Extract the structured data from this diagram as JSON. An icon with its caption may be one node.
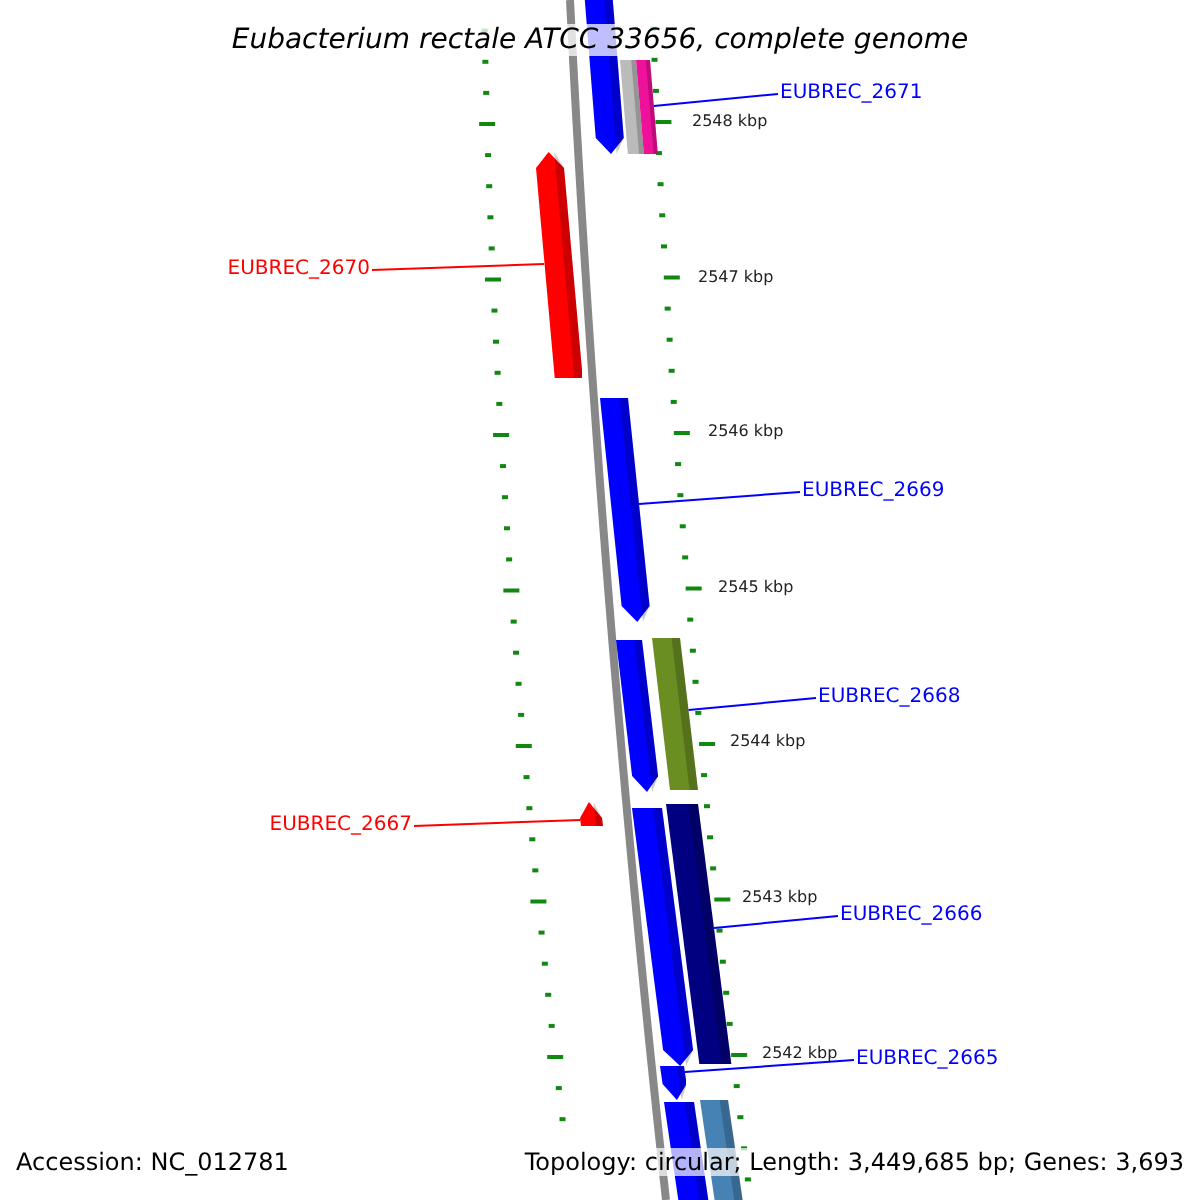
{
  "diagram": {
    "title": "Eubacterium rectale ATCC 33656, complete genome",
    "nodes": [
      {
        "text": [],
        "shape": "bar"
      },
      {
        "text": [],
        "shape": "bar"
      },
      {
        "text": [],
        "shape": "bar"
      },
      {
        "text": [
          "EUBREC_2671"
        ]
      },
      {
        "text": [],
        "shape": "bar"
      },
      {
        "text": [
          "EUBREC_2670"
        ]
      },
      {
        "text": [],
        "shape": "bar"
      },
      {
        "text": [
          "EUBREC_2669"
        ]
      },
      {
        "text": [],
        "shape": "bar"
      },
      {
        "text": [],
        "shape": "bar"
      },
      {
        "text": [
          "EUBREC_2668"
        ]
      },
      {
        "text": [],
        "shape": "bar"
      },
      {
        "text": [],
        "shape": "bar"
      },
      {
        "text": [],
        "shape": "bar"
      },
      {
        "text": [
          "EUBREC_2667"
        ]
      },
      {
        "text": [
          "EUBREC_2666"
        ]
      },
      {
        "text": [
          "EUBREC_2665"
        ]
      },
      {
        "text": [],
        "shape": "bar"
      },
      {
        "text": [],
        "shape": "bar"
      },
      {
        "text": [],
        "shape": "bar"
      }
    ],
    "edges": [
      {
        "from": 3,
        "to": 2,
        "arrow": "none"
      },
      {
        "from": 5,
        "to": 4,
        "arrow": "none",
        "color": "#ff0000"
      },
      {
        "from": 7,
        "to": 6,
        "arrow": "none"
      },
      {
        "from": 10,
        "to": 9,
        "arrow": "none"
      },
      {
        "from": 14,
        "to": 11,
        "arrow": "none",
        "color": "#ff0000"
      },
      {
        "from": 15,
        "to": 13,
        "arrow": "none"
      },
      {
        "from": 16,
        "to": 17,
        "arrow": "none"
      }
    ],
    "labels": [
      "2548 kbp",
      "2547 kbp",
      "2546 kbp",
      "2545 kbp",
      "2544 kbp",
      "2543 kbp",
      "2542 kbp",
      "Accession: NC_012781",
      "Topology: circular; Length: 3,449,685 bp; Genes: 3,693"
    ]
  }
}
